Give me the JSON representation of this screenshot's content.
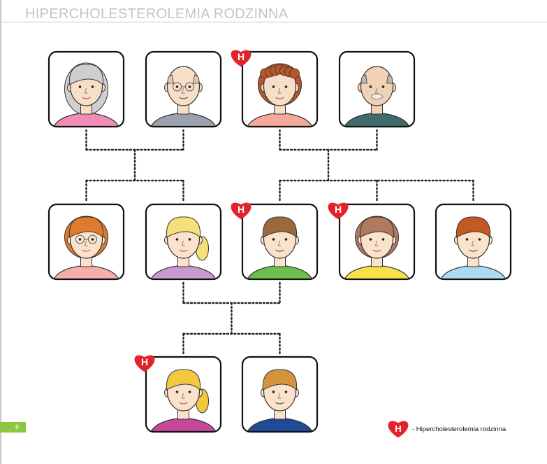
{
  "header": {
    "title": "HIPERCHOLESTEROLEMIA RODZINNA"
  },
  "page_number": "6",
  "marker": {
    "letter": "H",
    "color": "#e2232a"
  },
  "legend": {
    "letter": "H",
    "text": "- Hipercholesterolemia rodzinna"
  },
  "family": [
    {
      "id": "gp1",
      "generation": 1,
      "role": "grandmother",
      "affected": false,
      "shirt": "#f28bb5",
      "skin": "#f7dfc7",
      "hair": "#cfcfcf",
      "hair_style": "long",
      "glasses": false,
      "female": true
    },
    {
      "id": "gp2",
      "generation": 1,
      "role": "grandfather",
      "affected": false,
      "shirt": "#9aa3ae",
      "skin": "#f7dfc7",
      "hair": "#e6c79e",
      "hair_style": "bald",
      "glasses": true,
      "female": false
    },
    {
      "id": "gp3",
      "generation": 1,
      "role": "grandmother",
      "affected": true,
      "shirt": "#f4a99a",
      "skin": "#f7dfc7",
      "hair": "#b8572a",
      "hair_style": "curly",
      "glasses": false,
      "female": true
    },
    {
      "id": "gp4",
      "generation": 1,
      "role": "grandfather",
      "affected": false,
      "shirt": "#3f6b6b",
      "skin": "#f2d2b6",
      "hair": "#b8b8b8",
      "hair_style": "bald",
      "glasses": false,
      "female": false,
      "mustache": true
    },
    {
      "id": "p1",
      "generation": 2,
      "role": "aunt",
      "affected": false,
      "shirt": "#f4b0a8",
      "skin": "#fbe3cb",
      "hair": "#e07b2e",
      "hair_style": "bob",
      "glasses": true,
      "female": true
    },
    {
      "id": "p2",
      "generation": 2,
      "role": "mother",
      "affected": false,
      "shirt": "#c79ad2",
      "skin": "#fbe3cb",
      "hair": "#f4e07a",
      "hair_style": "ponytail",
      "glasses": false,
      "female": true
    },
    {
      "id": "p3",
      "generation": 2,
      "role": "father",
      "affected": true,
      "shirt": "#6cbf4a",
      "skin": "#fbe3cb",
      "hair": "#9a6a3e",
      "hair_style": "short",
      "glasses": false,
      "female": false
    },
    {
      "id": "p4",
      "generation": 2,
      "role": "aunt",
      "affected": true,
      "shirt": "#f5e14a",
      "skin": "#fbe3cb",
      "hair": "#b07a5e",
      "hair_style": "bob",
      "glasses": false,
      "female": true
    },
    {
      "id": "p5",
      "generation": 2,
      "role": "uncle",
      "affected": false,
      "shirt": "#a9dcf0",
      "skin": "#fbe3cb",
      "hair": "#c25a22",
      "hair_style": "short",
      "glasses": false,
      "female": false
    },
    {
      "id": "c1",
      "generation": 3,
      "role": "daughter",
      "affected": true,
      "shirt": "#c7479a",
      "skin": "#fbe3cb",
      "hair": "#f3c83e",
      "hair_style": "ponytail",
      "glasses": false,
      "female": true
    },
    {
      "id": "c2",
      "generation": 3,
      "role": "son",
      "affected": false,
      "shirt": "#1f4a9a",
      "skin": "#fbe3cb",
      "hair": "#d4943e",
      "hair_style": "short",
      "glasses": false,
      "female": false
    }
  ]
}
